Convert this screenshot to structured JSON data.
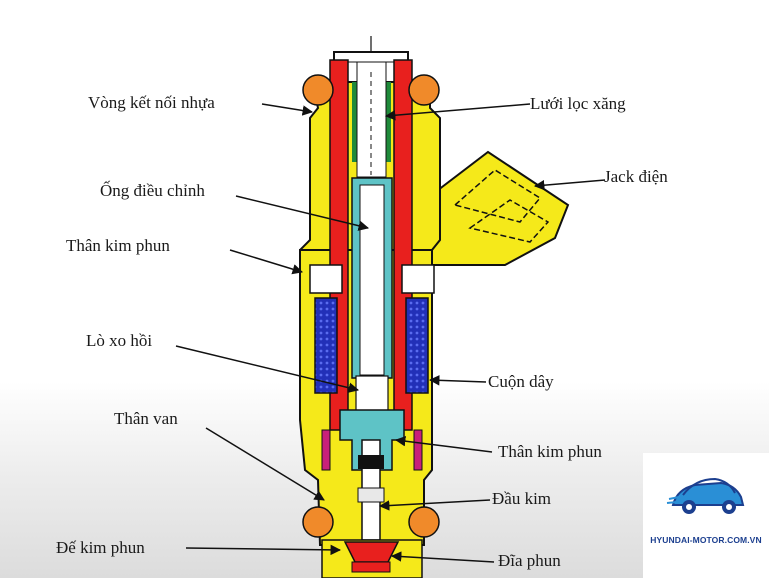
{
  "labels": {
    "vong_ket_noi_nhua": "Vòng kết nối nhựa",
    "luoi_loc_xang": "Lưới lọc xăng",
    "jack_dien": "Jack điện",
    "ong_dieu_chinh": "Ống điều chỉnh",
    "than_kim_phun_top": "Thân kim phun",
    "lo_xo_hoi": "Lò xo hồi",
    "cuon_day": "Cuộn dây",
    "than_van": "Thân van",
    "than_kim_phun_bottom": "Thân kim phun",
    "dau_kim": "Đầu kim",
    "de_kim_phun": "Đế kim phun",
    "dia_phun": "Đĩa phun"
  },
  "watermark": {
    "text": "HYUNDAI-MOTOR.COM.VN"
  },
  "colors": {
    "housing": "#f5e91a",
    "fuel_tube": "#e8201e",
    "adjuster": "#5ec3c6",
    "coil": "#2230b8",
    "o_ring": "#f08a2a",
    "filter": "#1f8a3a",
    "valve": "#c8207a"
  }
}
